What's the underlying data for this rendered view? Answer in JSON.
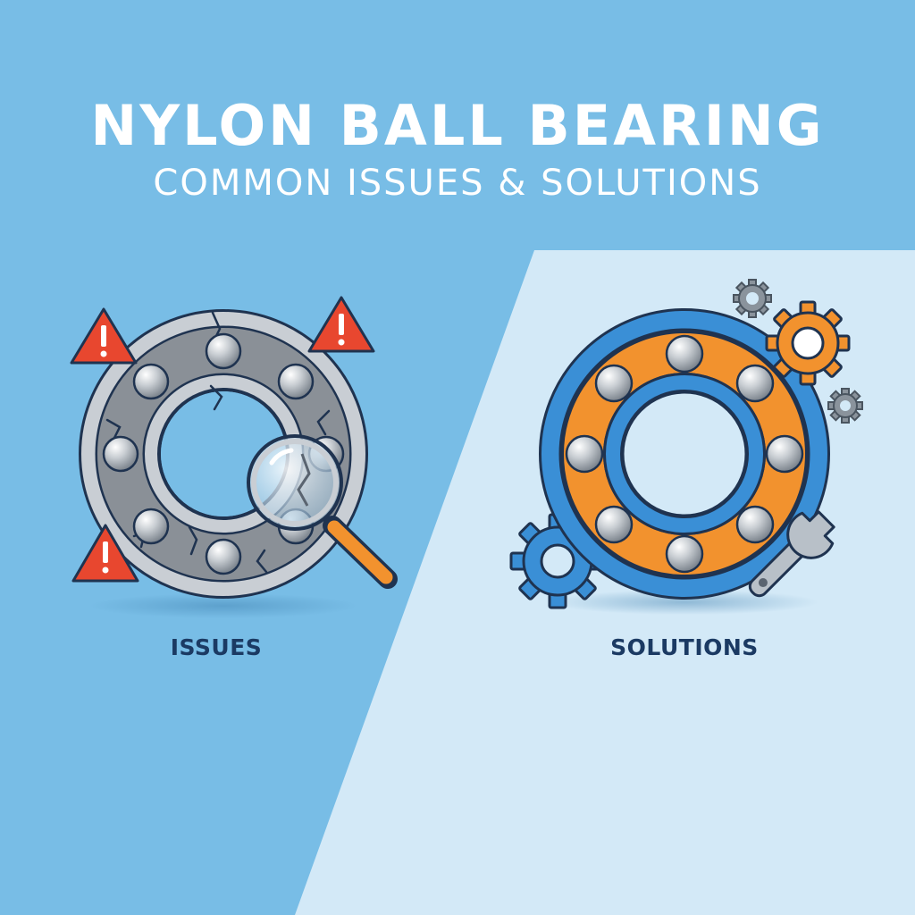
{
  "header": {
    "title": "NYLON BALL BEARING",
    "subtitle": "COMMON ISSUES & SOLUTIONS"
  },
  "panels": {
    "issues": {
      "label": "ISSUES",
      "icons": [
        "cracked-bearing-icon",
        "magnifying-glass-icon",
        "warning-icon"
      ]
    },
    "solutions": {
      "label": "SOLUTIONS",
      "icons": [
        "repaired-bearing-icon",
        "wrench-icon",
        "gear-icon"
      ]
    }
  },
  "colors": {
    "background_left": "#78bde6",
    "background_right": "#d3e9f7",
    "warning": "#e8472f",
    "accent_orange": "#f2922e",
    "accent_blue": "#3a8fd6",
    "outline": "#1f3350",
    "label_text": "#1b3a63"
  }
}
